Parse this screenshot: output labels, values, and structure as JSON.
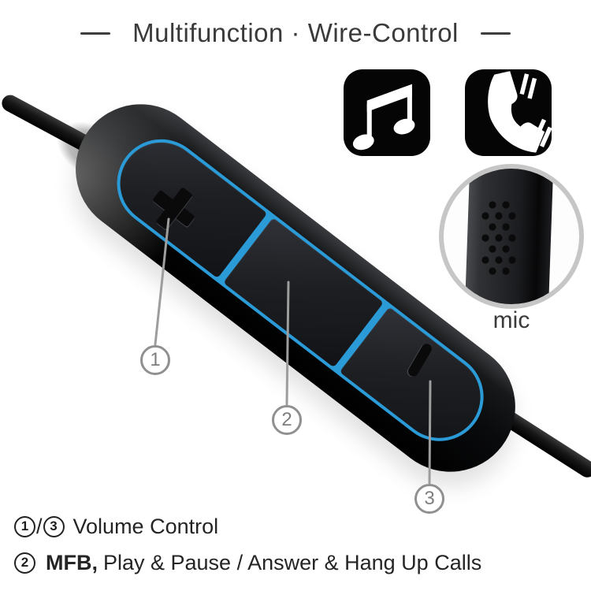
{
  "colors": {
    "accent": "#2b9bd8",
    "body_black": "#0b0c0e",
    "callout_gray": "#9d9d9d"
  },
  "header": {
    "title": "Multifunction · Wire-Control"
  },
  "feature_icons": {
    "music": "music-notes-icon",
    "phone": "phone-handset-icon"
  },
  "mic_callout": {
    "label": "mic"
  },
  "remote": {
    "volume_up_glyph": "+",
    "volume_down_glyph": "−"
  },
  "callouts": {
    "c1": "1",
    "c2": "2",
    "c3": "3"
  },
  "legend": {
    "row1": {
      "ref1": "1",
      "separator": "/",
      "ref2": "3",
      "text": "Volume Control"
    },
    "row2": {
      "ref": "2",
      "bold": "MFB,",
      "text": "Play & Pause / Answer & Hang Up Calls"
    }
  }
}
